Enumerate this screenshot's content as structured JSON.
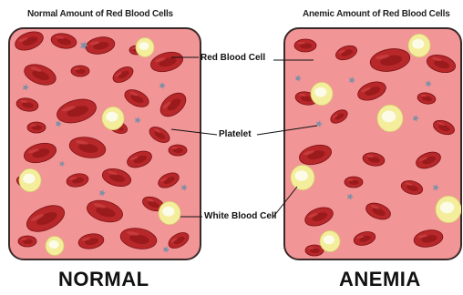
{
  "titles": {
    "normal": "Normal Amount of Red Blood Cells",
    "anemic": "Anemic Amount of Red Blood Cells"
  },
  "panel_labels": {
    "normal": "NORMAL",
    "anemia": "ANEMIA"
  },
  "callouts": {
    "red_blood_cell": "Red Blood Cell",
    "platelet": "Platelet",
    "white_blood_cell": "White Blood Cell"
  },
  "colors": {
    "plasma": "#f19597",
    "plasma_dark": "#e8868a",
    "red_cell": "#b8282a",
    "red_cell_center": "#8e1518",
    "white_cell": "#f4ee9c",
    "white_cell_center": "#fbfbe8",
    "platelet": "#7f90a5",
    "outline": "#3a2a2a"
  }
}
